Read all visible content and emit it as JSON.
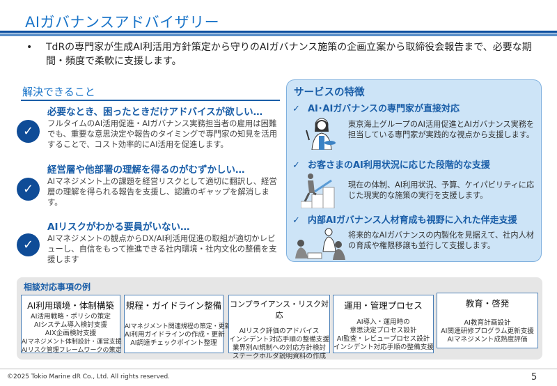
{
  "title": "AIガバナンスアドバイザリー",
  "lead": {
    "bullet": "•",
    "text": "TdRの専門家が生成AI利活用方針策定から守りのAIガバナンス施策の企画立案から取締役会報告まで、必要な期間・頻度で柔軟に支援します。"
  },
  "solve": {
    "heading": "解決できること",
    "items": [
      {
        "title": "必要なとき、困ったときだけアドバイスが欲しい…",
        "body": "フルタイムのAI活用促進・AIガバナンス実務担当者の雇用は困難でも、重要な意思決定や報告のタイミングで専門家の知見を活用することで、コスト効率的にAI活用を促進します。"
      },
      {
        "title": "経営層や他部署の理解を得るのがむずかしい…",
        "body": "AIマネジメント上の課題を経営リスクとして適切に翻訳し、経営層の理解を得られる報告を支援し、認識のギャップを解消します。"
      },
      {
        "title": "AIリスクがわかる要員がいない…",
        "body": "AIマネジメントの観点からDX/AI利活用促進の取組が適切かレビューし、自信をもって推進できる社内環境・社内文化の整備を支援します"
      }
    ]
  },
  "features": {
    "heading": "サービスの特徴",
    "check": "✓",
    "items": [
      {
        "title": "AI･AIガバナンスの専門家が直接対応",
        "body": "東京海上グループのAI活用促進とAIガバナンス実務を担当している専門家が実践的な視点から支援します。"
      },
      {
        "title": "お客さまのAI利用状況に応じた段階的な支援",
        "body": "現在の体制、AI利用状況、予算、ケイパビリティに応じた現実的な施策の実行を支援します。"
      },
      {
        "title": "内部AIガバナンス人材育成も視野に入れた伴走支援",
        "body": "将来的なAIガバナンスの内製化を見据えて、社内人材の育成や権限移譲も並行して支援します。"
      }
    ]
  },
  "consult": {
    "heading": "相談対応事項の例",
    "cards": [
      {
        "title": "AI利用環境・体制構築",
        "lines": [
          "AI活用戦略・ポリシの策定",
          "AIシステム導入検討支援",
          "AIX企画検討支援",
          "AIマネジメント体制設計・運営支援",
          "AIリスク管理フレームワークの策定"
        ]
      },
      {
        "title": "規程・ガイドライン整備",
        "lines": [
          "AIマネジメント関連規程の策定・更新",
          "AI利用ガイドラインの作成・更新",
          "AI調達チェックポイント整理"
        ]
      },
      {
        "title": "コンプライアンス・リスク対応",
        "lines": [
          "AIリスク評価のアドバイス",
          "インシデント対応手順の整備支援",
          "業界別AI規制への対応方針検討",
          "ステークホルダ説明資料の作成"
        ]
      },
      {
        "title": "運用・管理プロセス",
        "lines": [
          "AI導入・運用時の",
          "意思決定プロセス設計",
          "AI監査・レビュープロセス設計",
          "インシデント対応手順の整備支援"
        ]
      },
      {
        "title": "教育・啓発",
        "lines": [
          "AI教育計画設計",
          "AI関連研修プログラム更新支援",
          "AIマネジメント成熟度評価"
        ]
      }
    ]
  },
  "footer": {
    "copyright": "©2025 Tokio Marine dR Co., Ltd. All rights reserved.",
    "page": "5"
  }
}
